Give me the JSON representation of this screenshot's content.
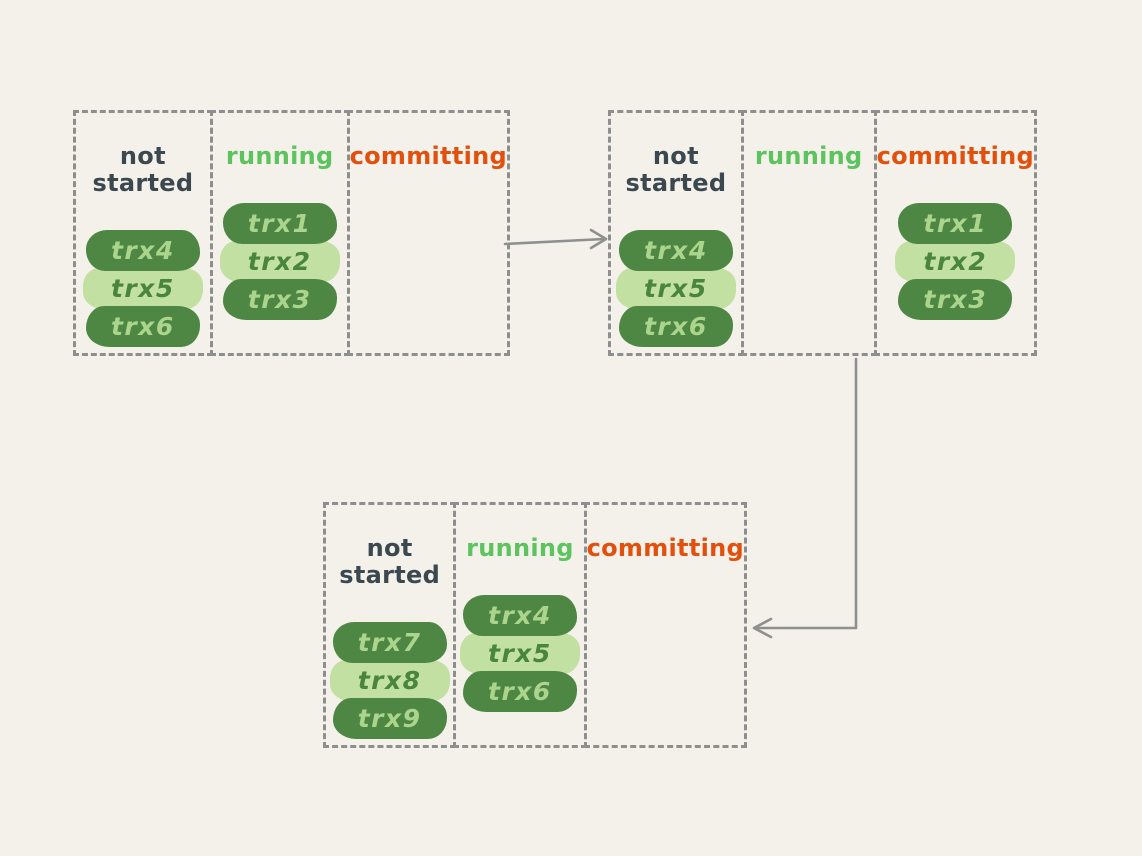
{
  "colors": {
    "canvas-bg": "#f3f1ea",
    "dash-border": "#8e8e8e",
    "arrow": "#8f8f8f",
    "title-not-started": "#3c4850",
    "title-running": "#5cc35e",
    "title-committing": "#e2500e",
    "pill-dark-bg": "#4e8744",
    "pill-dark-text": "#abd48c",
    "pill-light-bg": "#c2e0a2",
    "pill-light-text": "#49853d"
  },
  "groups": [
    {
      "name": "snapshot-1",
      "lanes": [
        {
          "title": "not started",
          "pills": [
            {
              "label": "trx4",
              "variant": "dark"
            },
            {
              "label": "trx5",
              "variant": "light"
            },
            {
              "label": "trx6",
              "variant": "dark"
            }
          ]
        },
        {
          "title": "running",
          "pills": [
            {
              "label": "trx1",
              "variant": "dark"
            },
            {
              "label": "trx2",
              "variant": "light"
            },
            {
              "label": "trx3",
              "variant": "dark"
            }
          ]
        },
        {
          "title": "committing",
          "pills": []
        }
      ]
    },
    {
      "name": "snapshot-2",
      "lanes": [
        {
          "title": "not started",
          "pills": [
            {
              "label": "trx4",
              "variant": "dark"
            },
            {
              "label": "trx5",
              "variant": "light"
            },
            {
              "label": "trx6",
              "variant": "dark"
            }
          ]
        },
        {
          "title": "running",
          "pills": []
        },
        {
          "title": "committing",
          "pills": [
            {
              "label": "trx1",
              "variant": "dark"
            },
            {
              "label": "trx2",
              "variant": "light"
            },
            {
              "label": "trx3",
              "variant": "dark"
            }
          ]
        }
      ]
    },
    {
      "name": "snapshot-3",
      "lanes": [
        {
          "title": "not started",
          "pills": [
            {
              "label": "trx7",
              "variant": "dark"
            },
            {
              "label": "trx8",
              "variant": "light"
            },
            {
              "label": "trx9",
              "variant": "dark"
            }
          ]
        },
        {
          "title": "running",
          "pills": [
            {
              "label": "trx4",
              "variant": "dark"
            },
            {
              "label": "trx5",
              "variant": "light"
            },
            {
              "label": "trx6",
              "variant": "dark"
            }
          ]
        },
        {
          "title": "committing",
          "pills": []
        }
      ]
    }
  ]
}
